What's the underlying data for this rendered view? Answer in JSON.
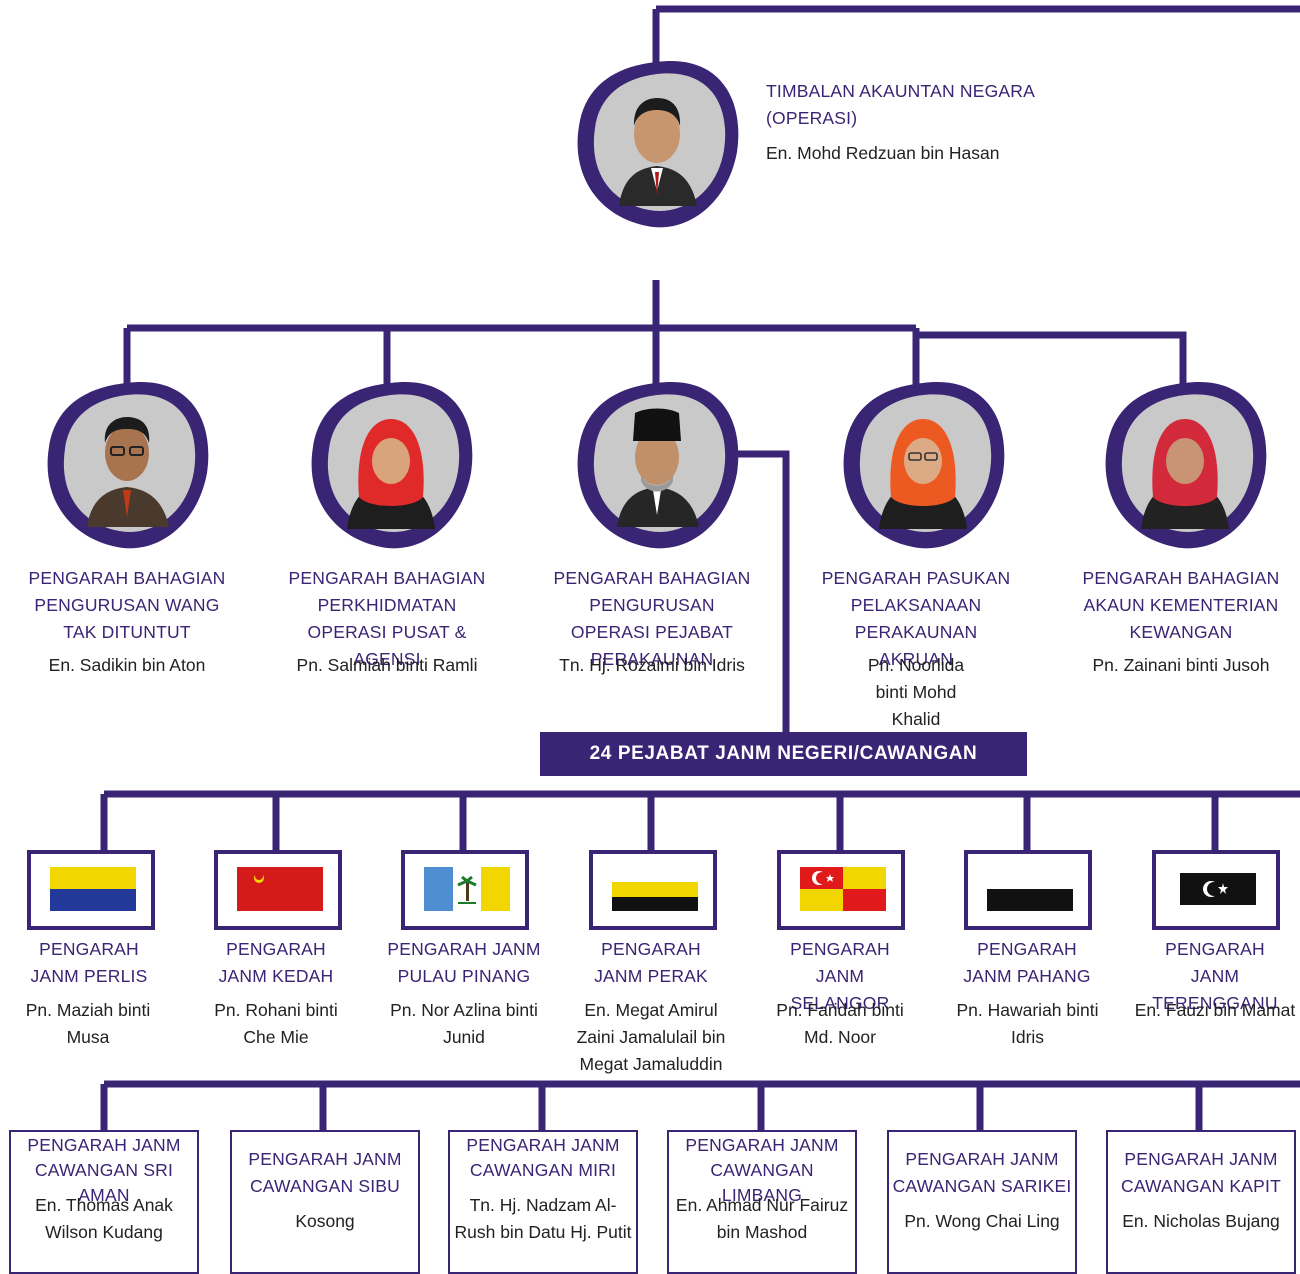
{
  "colors": {
    "primary": "#3a2474",
    "photo_bg": "#c9c9c9"
  },
  "top": {
    "title": "TIMBALAN AKAUNTAN NEGARA (OPERASI)",
    "name": "En. Mohd Redzuan bin Hasan",
    "photo": "portrait-man-suit"
  },
  "divisions": [
    {
      "title": "PENGARAH BAHAGIAN PENGURUSAN WANG TAK DITUNTUT",
      "name": "En. Sadikin bin Aton",
      "photo": "portrait-man-glasses"
    },
    {
      "title": "PENGARAH BAHAGIAN PERKHIDMATAN OPERASI PUSAT & AGENSI",
      "name": "Pn. Salmiah binti Ramli",
      "photo": "portrait-woman-red-hijab"
    },
    {
      "title": "PENGARAH BAHAGIAN PENGURUSAN OPERASI PEJABAT PERAKAUNAN",
      "name": "Tn. Hj. Rozaimi bin Idris",
      "photo": "portrait-man-songkok"
    },
    {
      "title": "PENGARAH PASUKAN PELAKSANAAN PERAKAUNAN AKRUAN",
      "name": "Pn. Noorlida binti Mohd Khalid",
      "photo": "portrait-woman-red-hijab-glasses"
    },
    {
      "title": "PENGARAH BAHAGIAN AKAUN KEMENTERIAN KEWANGAN",
      "name": "Pn. Zainani binti Jusoh",
      "photo": "portrait-woman-red-hijab"
    }
  ],
  "banner": "24 PEJABAT JANM NEGERI/CAWANGAN",
  "states": [
    {
      "title": "PENGARAH JANM PERLIS",
      "name": "Pn. Maziah binti Musa",
      "flag": "perlis-flag"
    },
    {
      "title": "PENGARAH JANM KEDAH",
      "name": "Pn. Rohani binti Che Mie",
      "flag": "kedah-flag"
    },
    {
      "title": "PENGARAH JANM PULAU PINANG",
      "name": "Pn. Nor Azlina binti Junid",
      "flag": "penang-flag"
    },
    {
      "title": "PENGARAH JANM PERAK",
      "name": "En. Megat Amirul Zaini Jamalulail bin Megat Jamaluddin",
      "flag": "perak-flag"
    },
    {
      "title": "PENGARAH JANM SELANGOR",
      "name": "Pn. Faridah binti Md. Noor",
      "flag": "selangor-flag"
    },
    {
      "title": "PENGARAH JANM PAHANG",
      "name": "Pn. Hawariah binti Idris",
      "flag": "pahang-flag"
    },
    {
      "title": "PENGARAH JANM TERENGGANU",
      "name": "En. Fauzi bin Mamat",
      "flag": "terengganu-flag"
    }
  ],
  "branches": [
    {
      "title": "PENGARAH JANM CAWANGAN SRI AMAN",
      "name": "En. Thomas Anak Wilson Kudang"
    },
    {
      "title": "PENGARAH JANM CAWANGAN SIBU",
      "name": "Kosong"
    },
    {
      "title": "PENGARAH JANM CAWANGAN MIRI",
      "name": "Tn. Hj. Nadzam Al-Rush bin Datu Hj. Putit"
    },
    {
      "title": "PENGARAH JANM CAWANGAN LIMBANG",
      "name": "En. Ahmad Nur Fairuz bin Mashod"
    },
    {
      "title": "PENGARAH JANM CAWANGAN SARIKEI",
      "name": "Pn. Wong Chai Ling"
    },
    {
      "title": "PENGARAH JANM CAWANGAN KAPIT",
      "name": "En. Nicholas Bujang"
    }
  ]
}
